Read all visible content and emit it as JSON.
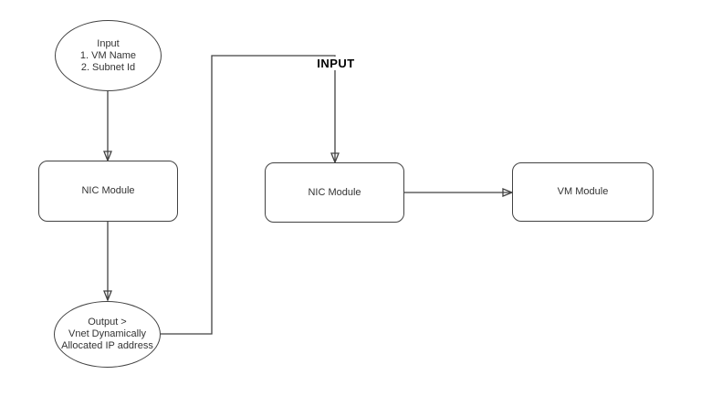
{
  "diagram": {
    "nodes": {
      "input_ellipse": {
        "lines": [
          "Input",
          "1. VM Name",
          "2. Subnet Id"
        ]
      },
      "nic_module_left": {
        "label": "NIC Module"
      },
      "output_ellipse": {
        "lines": [
          "Output >",
          "Vnet Dynamically",
          "Allocated IP address"
        ]
      },
      "nic_module_right": {
        "label": "NIC Module"
      },
      "vm_module": {
        "label": "VM Module"
      }
    },
    "edge_labels": {
      "input": "INPUT"
    },
    "colors": {
      "stroke": "#424242",
      "text": "#333333",
      "background": "#ffffff",
      "edge_label_text": "#000000"
    }
  }
}
